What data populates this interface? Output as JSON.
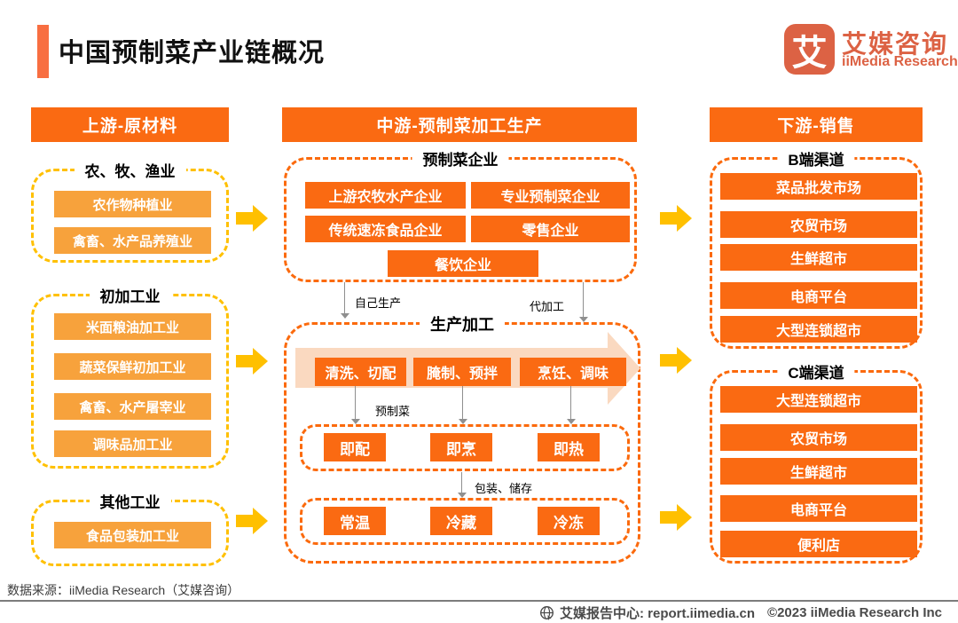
{
  "page": {
    "title": "中国预制菜产业链概况",
    "logo": {
      "glyph": "艾",
      "name_cn": "艾媒咨询",
      "name_en": "iiMedia Research"
    },
    "footer": {
      "source": "数据来源：iiMedia Research（艾媒咨询）",
      "site": "艾媒报告中心: report.iimedia.cn",
      "copyright": "©2023  iiMedia Research Inc"
    },
    "colors": {
      "accent_orange": "#FA6A12",
      "light_orange": "#F7A23C",
      "yellow": "#FFC000",
      "logo_orange": "#DC6244",
      "arrow_fill": "#FAD9C0"
    }
  },
  "columns": {
    "upstream": {
      "header": "上游-原材料",
      "groups": [
        {
          "label": "农、牧、渔业",
          "items": [
            "农作物种植业",
            "禽畜、水产品养殖业"
          ]
        },
        {
          "label": "初加工业",
          "items": [
            "米面粮油加工业",
            "蔬菜保鲜初加工业",
            "禽畜、水产屠宰业",
            "调味品加工业"
          ]
        },
        {
          "label": "其他工业",
          "items": [
            "食品包装加工业"
          ]
        }
      ]
    },
    "midstream": {
      "header": "中游-预制菜加工生产",
      "enterprise": {
        "label": "预制菜企业",
        "items": [
          "上游农牧水产企业",
          "专业预制菜企业",
          "传统速冻食品企业",
          "零售企业",
          "餐饮企业"
        ]
      },
      "flow": {
        "self_produce": "自己生产",
        "oem": "代加工",
        "premade": "预制菜",
        "packaging": "包装、储存"
      },
      "production": {
        "label": "生产加工",
        "steps": [
          "清洗、切配",
          "腌制、预拌",
          "烹饪、调味"
        ],
        "types": [
          "即配",
          "即烹",
          "即热"
        ],
        "storage": [
          "常温",
          "冷藏",
          "冷冻"
        ]
      }
    },
    "downstream": {
      "header": "下游-销售",
      "groups": [
        {
          "label": "B端渠道",
          "items": [
            "菜品批发市场",
            "农贸市场",
            "生鲜超市",
            "电商平台",
            "大型连锁超市"
          ]
        },
        {
          "label": "C端渠道",
          "items": [
            "大型连锁超市",
            "农贸市场",
            "生鲜超市",
            "电商平台",
            "便利店"
          ]
        }
      ]
    }
  }
}
